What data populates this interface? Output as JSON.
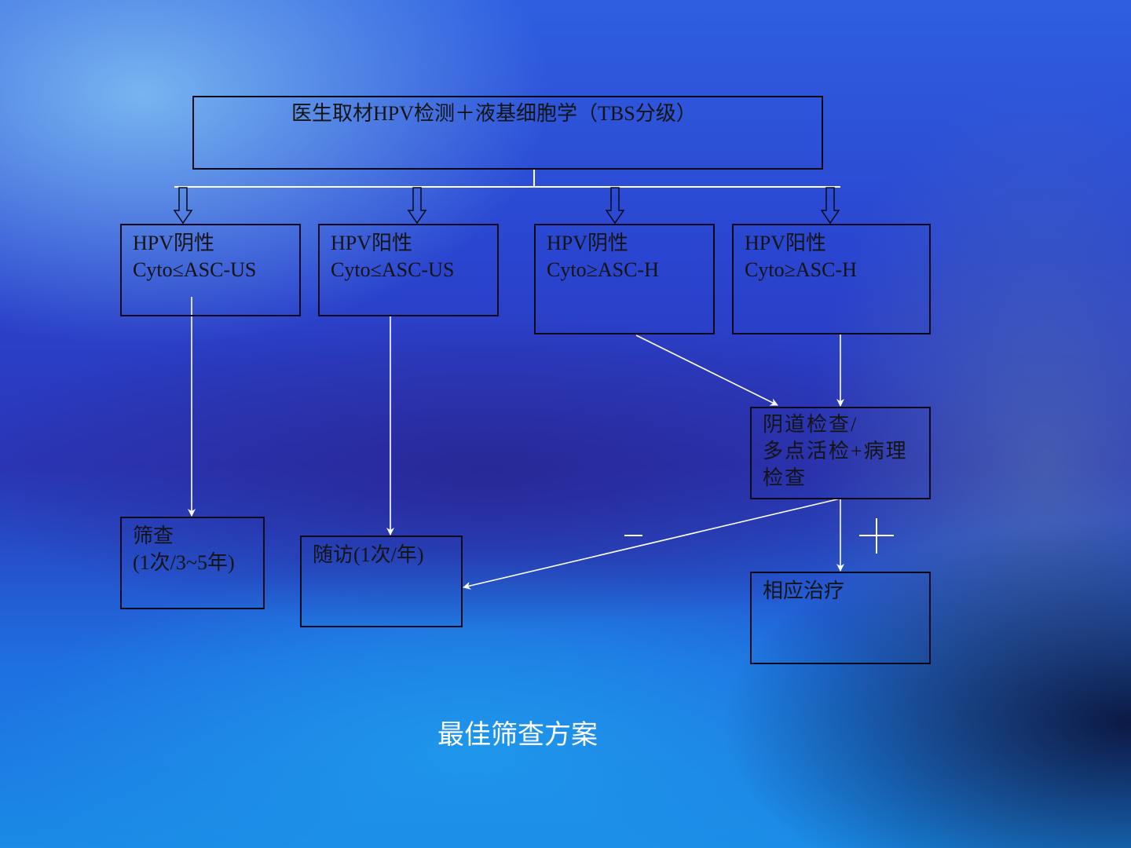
{
  "top_box": {
    "text": "医生取材HPV检测＋液基细胞学（TBS分级）"
  },
  "result_boxes": [
    {
      "line1": "HPV阴性",
      "line2": "Cyto≤ASC-US"
    },
    {
      "line1": "HPV阳性",
      "line2": "Cyto≤ASC-US"
    },
    {
      "line1": "HPV阴性",
      "line2": "Cyto≥ASC-H"
    },
    {
      "line1": "HPV阳性",
      "line2": "Cyto≥ASC-H"
    }
  ],
  "exam_box": {
    "line1": "阴道检查/",
    "line2": "多点活检+病理",
    "line3": "检查"
  },
  "screening_box": {
    "line1": "筛查",
    "line2": "(1次/3~5年)"
  },
  "followup_box": {
    "text": "随访(1次/年)"
  },
  "treatment_box": {
    "text": "相应治疗"
  },
  "labels": {
    "negative": "－",
    "positive": "＋"
  },
  "caption": "最佳筛查方案"
}
